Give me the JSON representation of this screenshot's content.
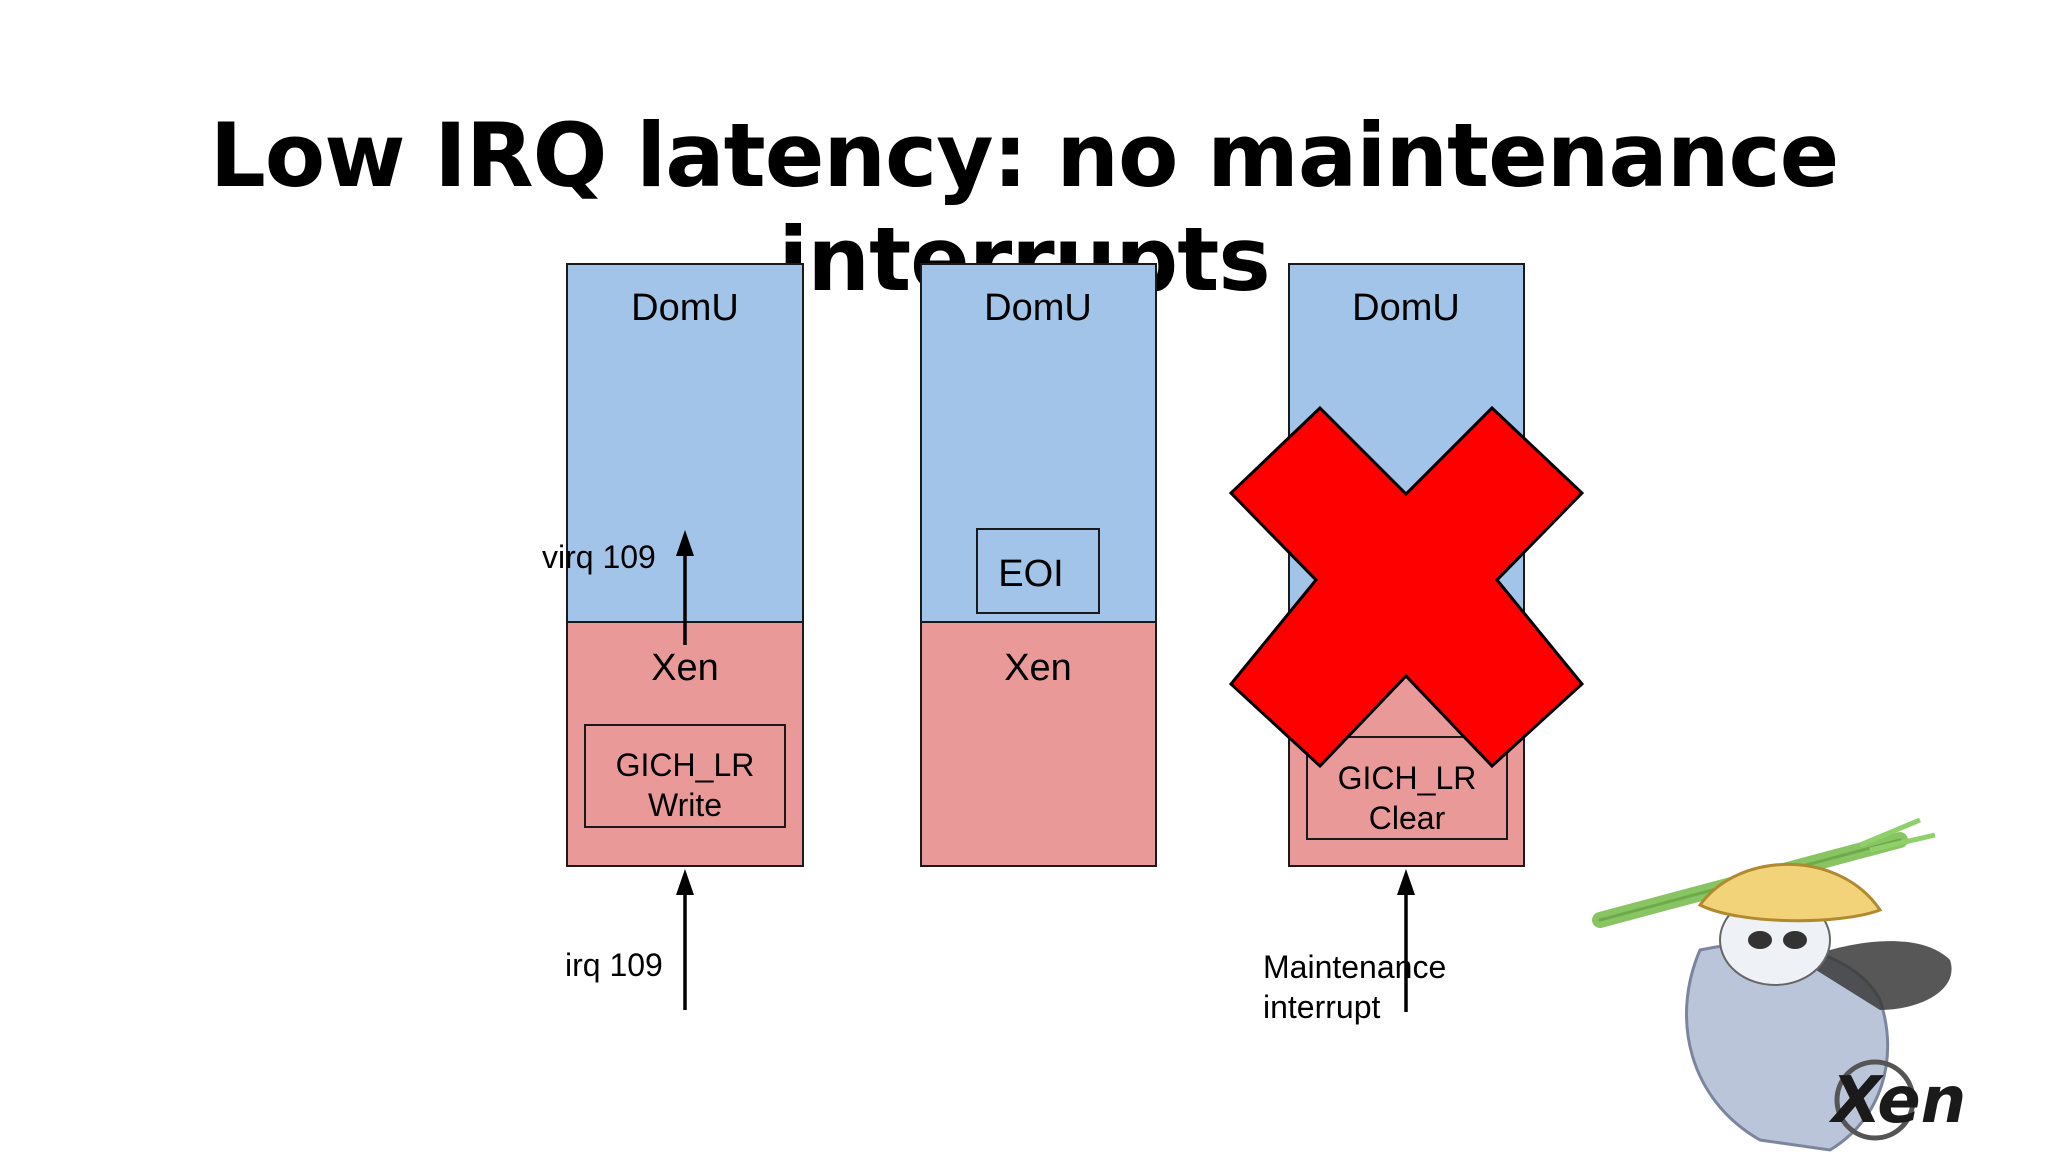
{
  "slide": {
    "title": "Low IRQ latency: no maintenance interrupts"
  },
  "colors": {
    "domu_fill": "#a2c4e9",
    "xen_fill": "#ea9999",
    "cross_fill": "#ff0000"
  },
  "diagram": {
    "column1": {
      "domu_label": "DomU",
      "xen_label": "Xen",
      "box_line1": "GICH_LR",
      "box_line2": "Write",
      "virq_label": "virq 109",
      "irq_label": "irq 109"
    },
    "column2": {
      "domu_label": "DomU",
      "xen_label": "Xen",
      "eoi_label": "EOI"
    },
    "column3": {
      "domu_label": "DomU",
      "box_line1": "GICH_LR",
      "box_line2": "Clear",
      "maint_line1": "Maintenance",
      "maint_line2": "interrupt"
    }
  },
  "logo": {
    "text": "Xen"
  }
}
